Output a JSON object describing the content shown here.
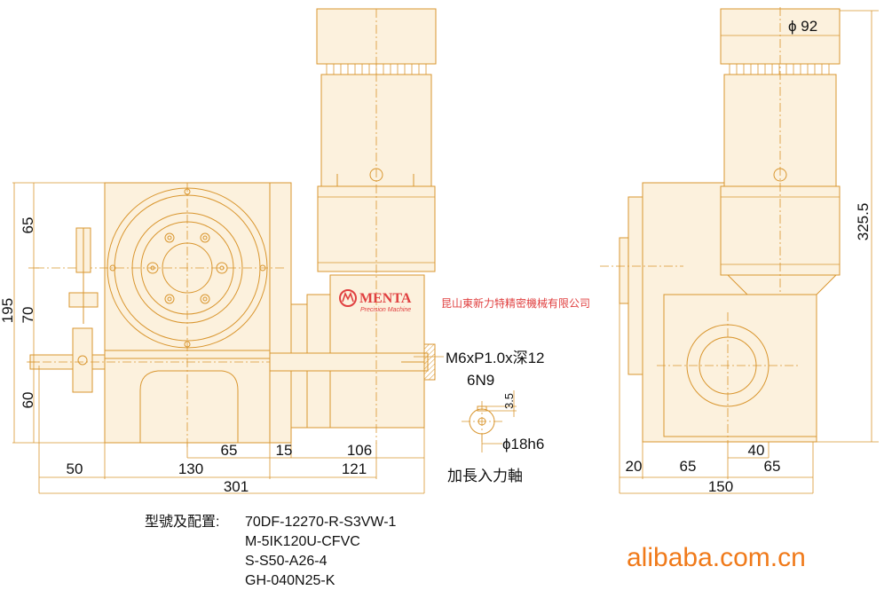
{
  "dimensions": {
    "h65_top": "65",
    "h70": "70",
    "h60": "60",
    "h195": "195",
    "w65_inner": "65",
    "w15": "15",
    "w106": "106",
    "w50": "50",
    "w130": "130",
    "w121": "121",
    "w301": "301",
    "thread": "M6xP1.0x深12",
    "key": "6N9",
    "key_depth": "3.5",
    "shaft_dia": "ϕ18h6",
    "motor_dia": "ϕ 92",
    "height_325": "325.5",
    "side_40": "40",
    "side_20": "20",
    "side_65a": "65",
    "side_65b": "65",
    "side_150": "150"
  },
  "labels": {
    "extended_shaft": "加長入力軸",
    "spec_title": "型號及配置:",
    "spec_lines": [
      "70DF-12270-R-S3VW-1",
      "M-5IK120U-CFVC",
      "S-S50-A26-4",
      "GH-040N25-K"
    ]
  },
  "logo": {
    "brand": "MENTA",
    "tagline": "Precision Machine",
    "company": "昆山東新力特精密機械有限公司"
  },
  "watermark": "alibaba.com.cn",
  "colors": {
    "line": "#d9962f",
    "fill": "#fcf1dd",
    "watermark": "#f07a1a",
    "logo": "#e04040"
  }
}
